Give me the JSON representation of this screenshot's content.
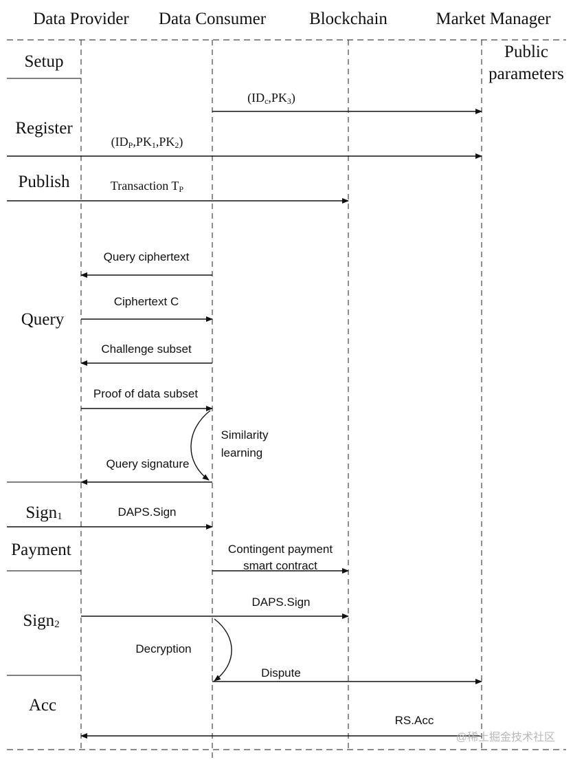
{
  "lanes": [
    "Data Provider",
    "Data Consumer",
    "Blockchain",
    "Market Manager"
  ],
  "phases": {
    "setup": "Setup",
    "register": "Register",
    "publish": "Publish",
    "query": "Query",
    "sign1": {
      "base": "Sign",
      "sub": "1"
    },
    "payment": "Payment",
    "sign2": {
      "base": "Sign",
      "sub": "2"
    },
    "acc": "Acc"
  },
  "notes": {
    "public_params_1": "Public",
    "public_params_2": "parameters",
    "similarity_1": "Similarity",
    "similarity_2": "learning",
    "decryption": "Decryption"
  },
  "messages": {
    "idc_pk3": {
      "pre": "(ID",
      "sub1": "c",
      "mid": ",PK",
      "sub2": "3",
      "post": ")"
    },
    "idp_pk1_pk2": {
      "pre": "(ID",
      "sub1": "P",
      "mid1": ",PK",
      "sub2": "1",
      "mid2": ",PK",
      "sub3": "2",
      "post": ")"
    },
    "transaction": {
      "base": "Transaction T",
      "sub": "P"
    },
    "query_ciphertext": "Query ciphertext",
    "ciphertext_c": "Ciphertext C",
    "challenge_subset": "Challenge subset",
    "proof_subset": "Proof of data subset",
    "query_signature": "Query signature",
    "daps_sign_1": "DAPS.Sign",
    "contingent_1": "Contingent payment",
    "contingent_2": "smart contract",
    "daps_sign_2": "DAPS.Sign",
    "dispute": "Dispute",
    "rs_acc": "RS.Acc"
  },
  "watermark": "@稀土掘金技术社区"
}
